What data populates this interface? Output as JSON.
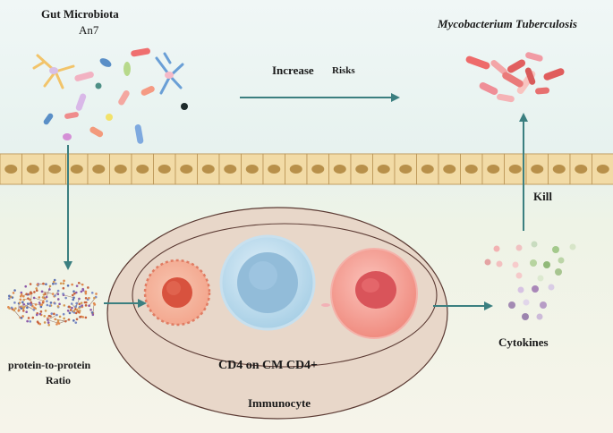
{
  "labels": {
    "gut_title": "Gut Microbiota",
    "gut_subtitle": "An7",
    "increase": "Increase",
    "risks": "Risks",
    "pathogen": "Mycobacterium Tuberculosis",
    "kill": "Kill",
    "ratio_line1": "protein-to-protein",
    "ratio_line2": "Ratio",
    "cd4": "CD4 on CM CD4+",
    "immunocyte": "Immunocyte",
    "cytokines": "Cytokines"
  },
  "colors": {
    "arrow": "#3b7f80",
    "epithelium": "#efd59a",
    "nucleus": "#b8904a",
    "immunocyte_fill": "#e8d7c9",
    "cell_red": "#e9866f",
    "cell_blue": "#aad1e7",
    "cell_pink": "#f39a8f"
  },
  "icons": [
    "bacteria-cluster",
    "mycobacterium-cluster",
    "protein-network",
    "cytokine-dots"
  ]
}
